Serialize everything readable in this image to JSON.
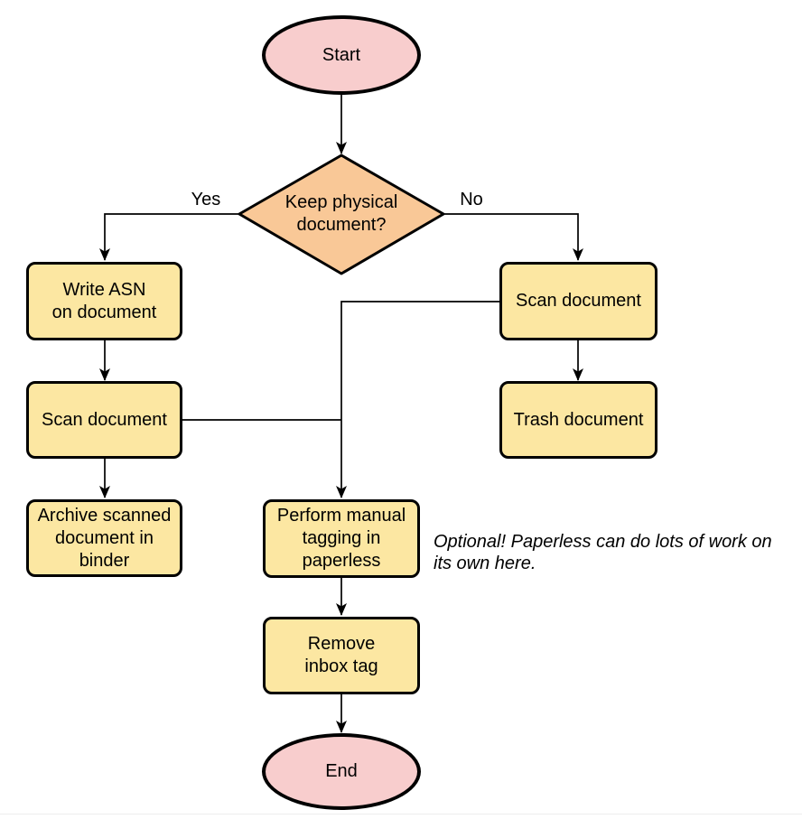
{
  "colors": {
    "background": "#ffffff",
    "terminator_fill": "#f8cdcd",
    "decision_fill": "#f9c897",
    "process_fill": "#fce7a2",
    "stroke": "#000000",
    "line": "#000000",
    "divider": "#ededed"
  },
  "nodes": {
    "start": "Start",
    "decision": "Keep physical\ndocument?",
    "write_asn": "Write ASN\non document",
    "scan_left": "Scan document",
    "archive": "Archive scanned\ndocument in\nbinder",
    "scan_right": "Scan document",
    "trash": "Trash document",
    "tagging": "Perform manual\ntagging in\npaperless",
    "remove_inbox": "Remove\ninbox tag",
    "end": "End"
  },
  "edge_labels": {
    "yes": "Yes",
    "no": "No"
  },
  "note": "Optional! Paperless can do lots of work on\nits own here."
}
